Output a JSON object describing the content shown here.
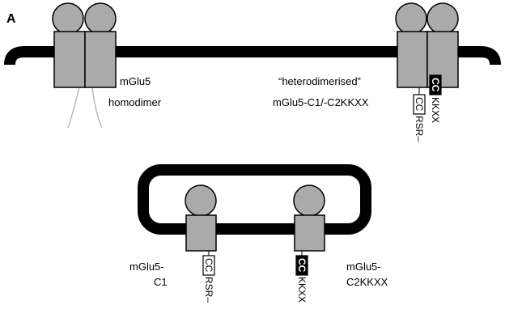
{
  "panel_label": "A",
  "membrane_color": "#000000",
  "receptor_fill": "#aaaaaa",
  "top": {
    "homodimer_label": [
      "mGlu5",
      "homodimer"
    ],
    "heterodimer_label": [
      "“heterodimerised”",
      "mGlu5-C1/-C2KKXX"
    ],
    "tag_left_cc": "CC",
    "tag_left_rsr": "RSR–",
    "tag_right_cc": "CC",
    "tag_right_kkxx": "KKXX"
  },
  "bottom": {
    "c1_label": [
      "mGlu5-",
      "C1"
    ],
    "c2_label": [
      "mGlu5-",
      "C2KKXX"
    ],
    "tag_c1_cc": "CC",
    "tag_c1_rsr": "RSR–",
    "tag_c2_cc": "CC",
    "tag_c2_kkxx": "KKXX"
  }
}
